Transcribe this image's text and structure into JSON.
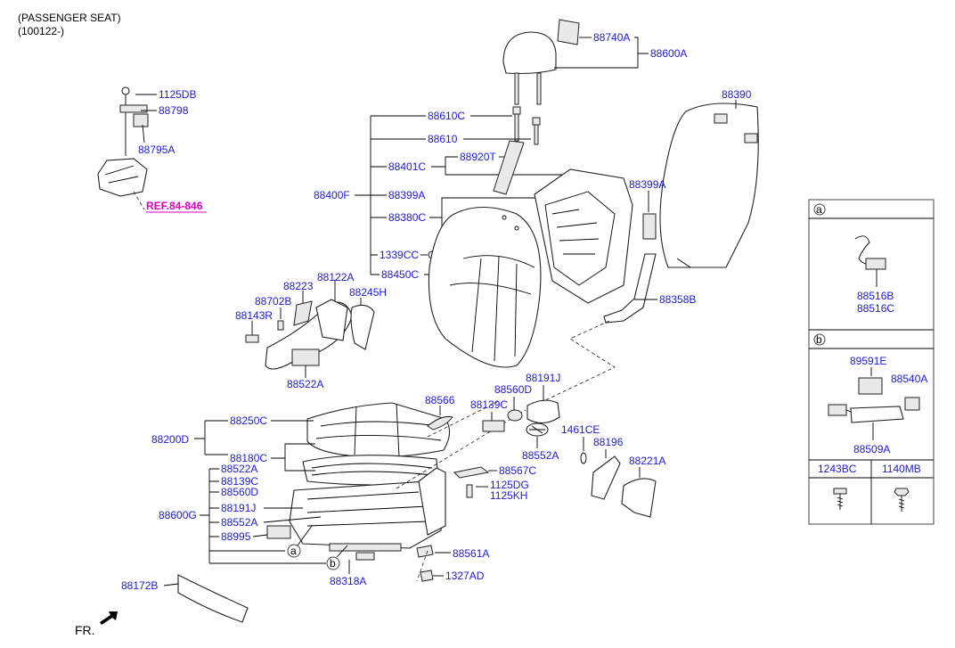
{
  "header": {
    "line1": "(PASSENGER SEAT)",
    "line2": "(100122-)"
  },
  "ref_label": "REF.84-846",
  "front_label": "FR.",
  "labels": {
    "p1125DB": "1125DB",
    "p88798": "88798",
    "p88795A": "88795A",
    "p88740A": "88740A",
    "p88600A": "88600A",
    "p88610C": "88610C",
    "p88610": "88610",
    "p88401C": "88401C",
    "p88920T": "88920T",
    "p88400F": "88400F",
    "p88399A_1": "88399A",
    "p88380C": "88380C",
    "p1339CC": "1339CC",
    "p88450C": "88450C",
    "p88390": "88390",
    "p88399A_2": "88399A",
    "p88358B": "88358B",
    "p88122A": "88122A",
    "p88223": "88223",
    "p88702B": "88702B",
    "p88245H": "88245H",
    "p88143R": "88143R",
    "p88522A_1": "88522A",
    "p88566": "88566",
    "p88191J_1": "88191J",
    "p88560D_1": "88560D",
    "p88139C_1": "88139C",
    "p88552A_1": "88552A",
    "p1461CE": "1461CE",
    "p88196": "88196",
    "p88221A": "88221A",
    "p88250C": "88250C",
    "p88200D": "88200D",
    "p88180C": "88180C",
    "p88567C": "88567C",
    "p88522A_2": "88522A",
    "p88139C_2": "88139C",
    "p88560D_2": "88560D",
    "p1125DG": "1125DG",
    "p1125KH": "1125KH",
    "p88191J_2": "88191J",
    "p88600G": "88600G",
    "p88552A_2": "88552A",
    "p88995": "88995",
    "p88561A": "88561A",
    "p88318A": "88318A",
    "p1327AD": "1327AD",
    "p88172B": "88172B",
    "call_a": "a",
    "call_b": "b"
  },
  "side_panel": {
    "box_a": {
      "tag": "a",
      "label1": "88516B",
      "label2": "88516C"
    },
    "box_b": {
      "tag": "b",
      "label1": "89591E",
      "label2": "88540A",
      "label3": "88509A"
    },
    "box_c": {
      "label1": "1243BC",
      "label2": "1140MB"
    }
  }
}
